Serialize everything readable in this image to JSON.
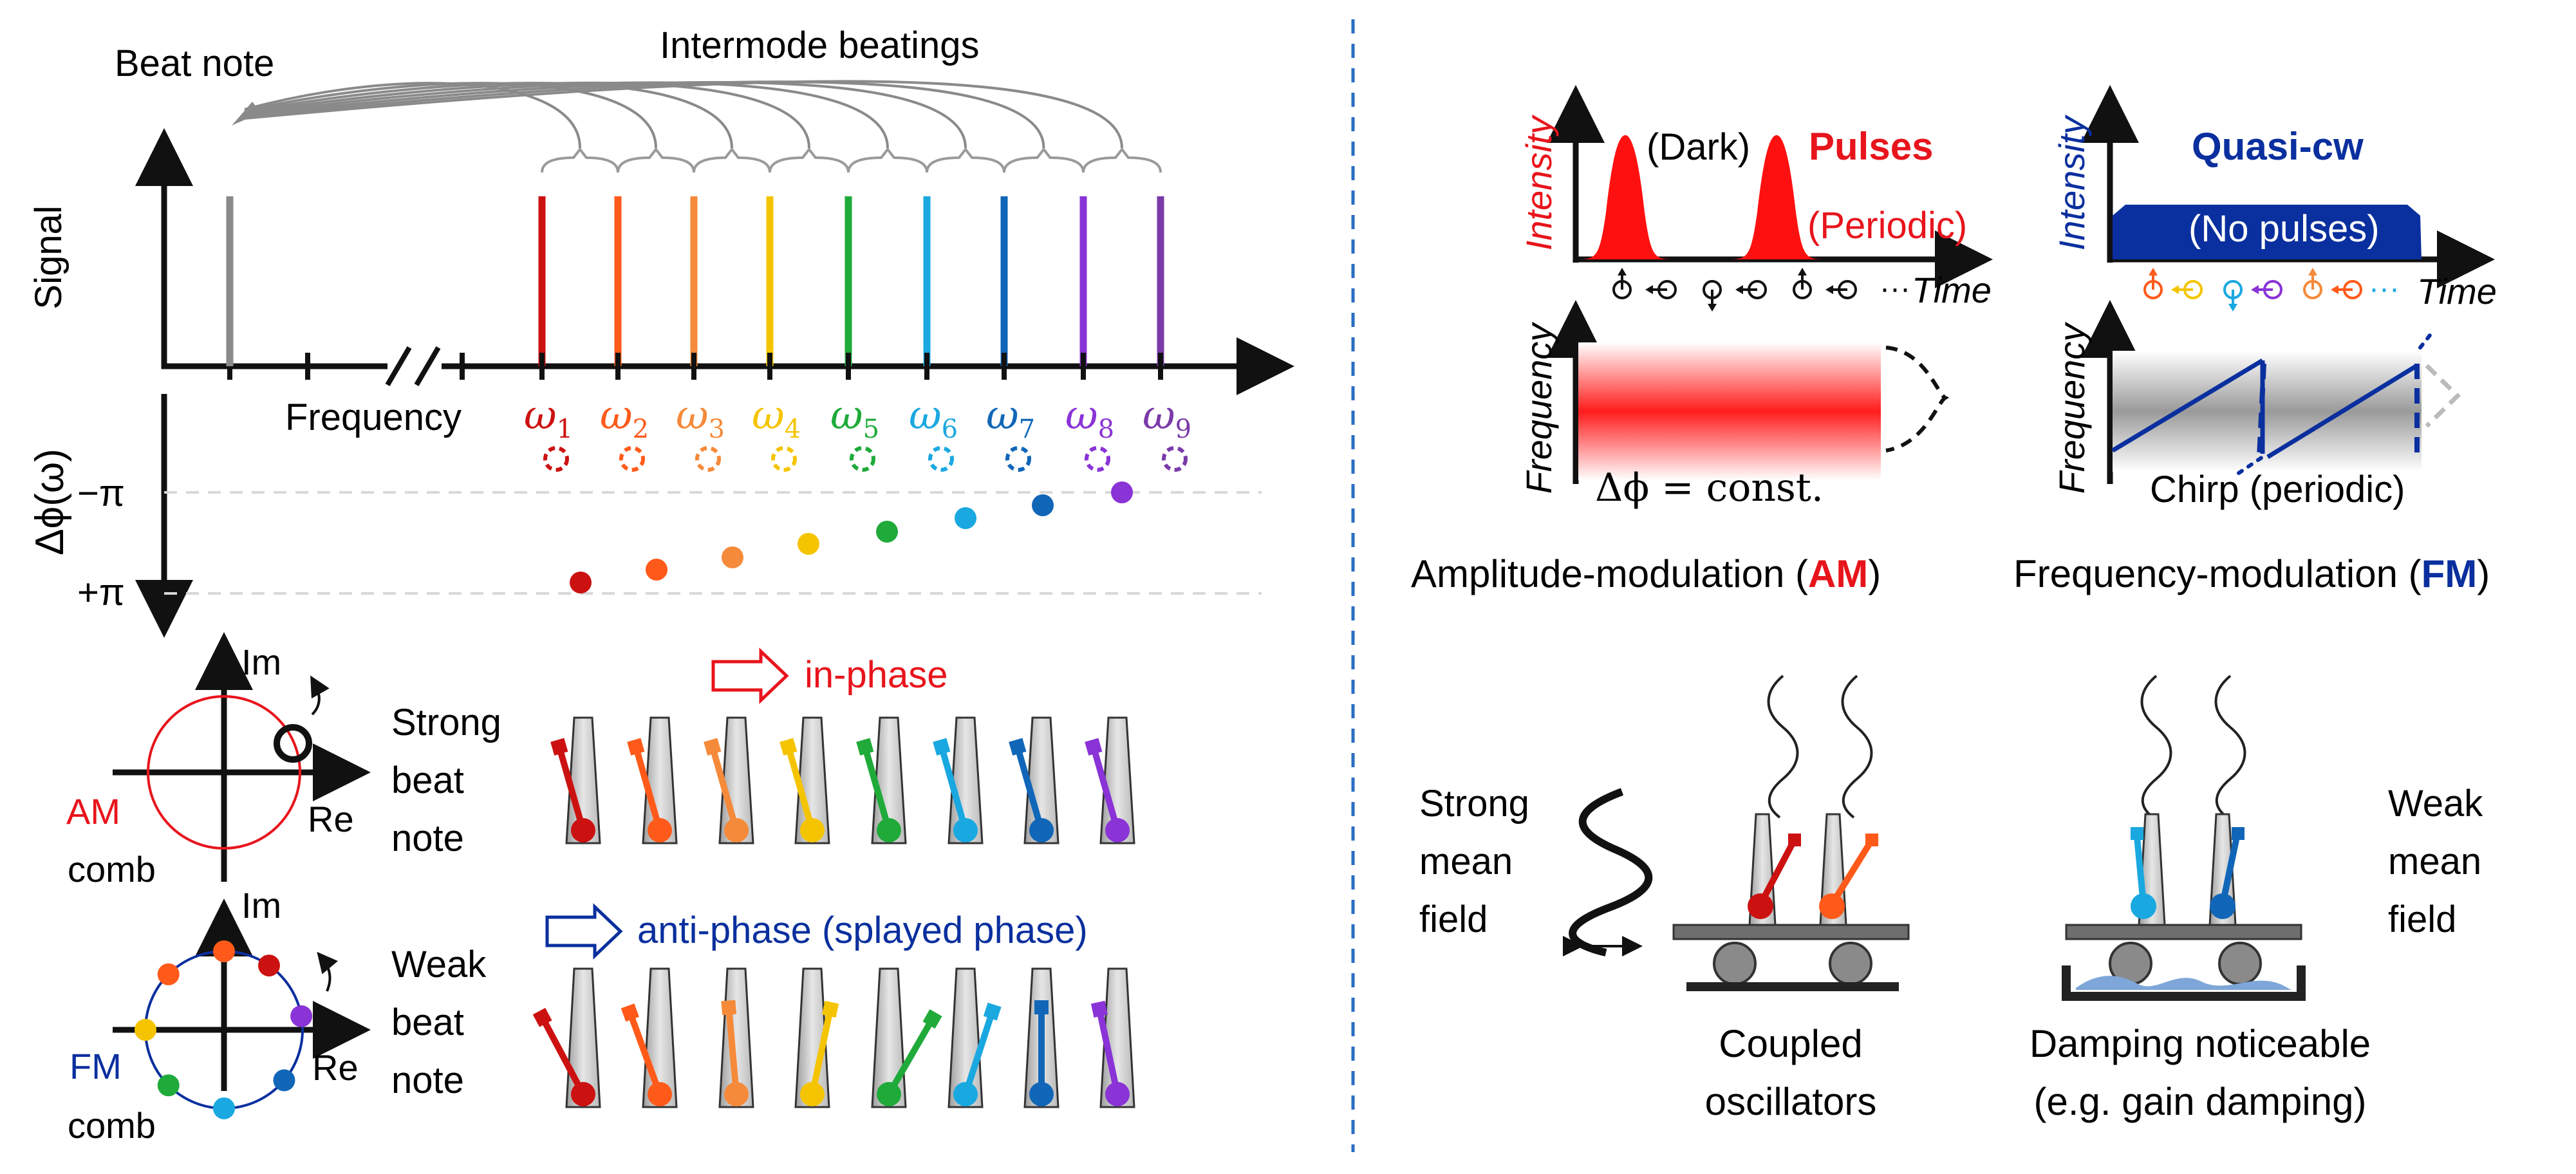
{
  "colors": {
    "mode_colors": [
      "#cc1111",
      "#ff5a1a",
      "#f58a3a",
      "#f5c400",
      "#1faa3a",
      "#1aa8e0",
      "#1166b8",
      "#8a33d6",
      "#7a3aa8"
    ],
    "am": "#e8141c",
    "fm": "#0a2f9e",
    "divider": "#2a6dc4",
    "axis": "#111111",
    "gray_line": "#8a8a8a"
  },
  "spectrum": {
    "beat_note_label": "Beat note",
    "intermode_label": "Intermode beatings",
    "signal_label": "Signal",
    "frequency_label": "Frequency",
    "mode_labels": [
      "ω",
      "ω",
      "ω",
      "ω",
      "ω",
      "ω",
      "ω",
      "ω",
      "ω"
    ],
    "mode_subscripts": [
      "1",
      "2",
      "3",
      "4",
      "5",
      "6",
      "7",
      "8",
      "9"
    ]
  },
  "phase": {
    "label": "Δϕ(ω)",
    "tick_top": "−π",
    "tick_bottom": "+π"
  },
  "phasors": {
    "im_label": "Im",
    "re_label": "Re",
    "am_label": "AM",
    "fm_label": "FM",
    "comb_label": "comb"
  },
  "pendulums": {
    "strong_lines": [
      "Strong",
      "beat",
      "note"
    ],
    "weak_lines": [
      "Weak",
      "beat",
      "note"
    ],
    "in_phase_label": "in-phase",
    "anti_phase_label": "anti-phase (splayed phase)"
  },
  "am_panel": {
    "intensity_label": "Intensity",
    "frequency_label": "Frequency",
    "time_label": "Time",
    "dark_label": "(Dark)",
    "pulses_label": "Pulses",
    "periodic_label": "(Periodic)",
    "delta_phi_label": "Δϕ = const.",
    "ellipsis": "···",
    "caption_prefix": "Amplitude-modulation (",
    "caption_key": "AM",
    "caption_suffix": ")"
  },
  "fm_panel": {
    "intensity_label": "Intensity",
    "frequency_label": "Frequency",
    "time_label": "Time",
    "quasi_cw_label": "Quasi-cw",
    "no_pulses_label": "(No pulses)",
    "chirp_label": "Chirp (periodic)",
    "ellipsis": "···",
    "caption_prefix": "Frequency-modulation (",
    "caption_key": "FM",
    "caption_suffix": ")"
  },
  "oscillators": {
    "strong_field_lines": [
      "Strong",
      "mean",
      "field"
    ],
    "weak_field_lines": [
      "Weak",
      "mean",
      "field"
    ],
    "coupled_lines": [
      "Coupled",
      "oscillators"
    ],
    "damping_lines": [
      "Damping noticeable",
      "(e.g. gain damping)"
    ]
  }
}
